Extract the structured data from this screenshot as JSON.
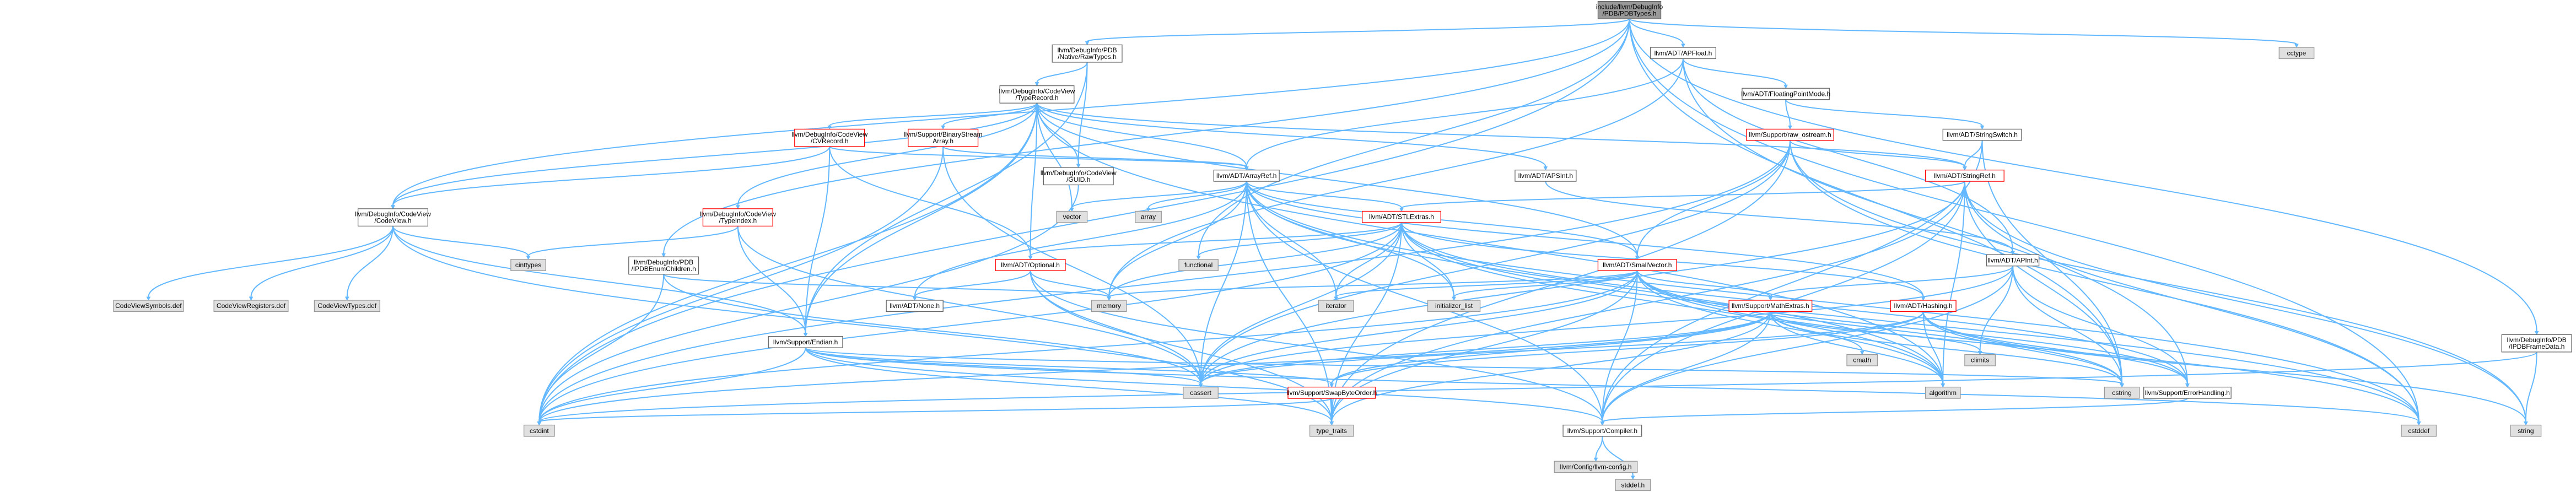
{
  "graph": {
    "nodes": [
      {
        "id": "root",
        "lines": [
          "include/llvm/DebugInfo",
          "/PDB/PDBTypes.h"
        ],
        "style": "root"
      },
      {
        "id": "rawtypes",
        "lines": [
          "llvm/DebugInfo/PDB",
          "/Native/RawTypes.h"
        ],
        "style": "white"
      },
      {
        "id": "apfloat",
        "lines": [
          "llvm/ADT/APFloat.h"
        ],
        "style": "white"
      },
      {
        "id": "cctype",
        "lines": [
          "cctype"
        ],
        "style": "gray"
      },
      {
        "id": "typerecord",
        "lines": [
          "llvm/DebugInfo/CodeView",
          "/TypeRecord.h"
        ],
        "style": "white"
      },
      {
        "id": "fpmode",
        "lines": [
          "llvm/ADT/FloatingPointMode.h"
        ],
        "style": "white"
      },
      {
        "id": "cvrecord",
        "lines": [
          "llvm/DebugInfo/CodeView",
          "/CVRecord.h"
        ],
        "style": "red"
      },
      {
        "id": "binarystream",
        "lines": [
          "llvm/Support/BinaryStream",
          "Array.h"
        ],
        "style": "red"
      },
      {
        "id": "rawostream",
        "lines": [
          "llvm/Support/raw_ostream.h"
        ],
        "style": "red"
      },
      {
        "id": "stringswitch",
        "lines": [
          "llvm/ADT/StringSwitch.h"
        ],
        "style": "white"
      },
      {
        "id": "guid",
        "lines": [
          "llvm/DebugInfo/CodeView",
          "/GUID.h"
        ],
        "style": "white"
      },
      {
        "id": "arrayref",
        "lines": [
          "llvm/ADT/ArrayRef.h"
        ],
        "style": "white"
      },
      {
        "id": "apsint",
        "lines": [
          "llvm/ADT/APSInt.h"
        ],
        "style": "white"
      },
      {
        "id": "stringref",
        "lines": [
          "llvm/ADT/StringRef.h"
        ],
        "style": "red"
      },
      {
        "id": "codeview",
        "lines": [
          "llvm/DebugInfo/CodeView",
          "/CodeView.h"
        ],
        "style": "white"
      },
      {
        "id": "typeindex",
        "lines": [
          "llvm/DebugInfo/CodeView",
          "/TypeIndex.h"
        ],
        "style": "red"
      },
      {
        "id": "vector",
        "lines": [
          "vector"
        ],
        "style": "gray"
      },
      {
        "id": "array",
        "lines": [
          "array"
        ],
        "style": "gray"
      },
      {
        "id": "stlextras",
        "lines": [
          "llvm/ADT/STLExtras.h"
        ],
        "style": "red"
      },
      {
        "id": "apint",
        "lines": [
          "llvm/ADT/APInt.h"
        ],
        "style": "white"
      },
      {
        "id": "pdbchildren",
        "lines": [
          "llvm/DebugInfo/PDB",
          "/IPDBEnumChildren.h"
        ],
        "style": "white"
      },
      {
        "id": "cinttypes",
        "lines": [
          "cinttypes"
        ],
        "style": "gray"
      },
      {
        "id": "functional",
        "lines": [
          "functional"
        ],
        "style": "gray"
      },
      {
        "id": "optional",
        "lines": [
          "llvm/ADT/Optional.h"
        ],
        "style": "red"
      },
      {
        "id": "smallvector",
        "lines": [
          "llvm/ADT/SmallVector.h"
        ],
        "style": "red"
      },
      {
        "id": "cvsymbols",
        "lines": [
          "CodeViewSymbols.def"
        ],
        "style": "gray"
      },
      {
        "id": "cvregisters",
        "lines": [
          "CodeViewRegisters.def"
        ],
        "style": "gray"
      },
      {
        "id": "cvtypes",
        "lines": [
          "CodeViewTypes.def"
        ],
        "style": "gray"
      },
      {
        "id": "none",
        "lines": [
          "llvm/ADT/None.h"
        ],
        "style": "white"
      },
      {
        "id": "memory",
        "lines": [
          "memory"
        ],
        "style": "gray"
      },
      {
        "id": "iterator",
        "lines": [
          "iterator"
        ],
        "style": "gray"
      },
      {
        "id": "initlist",
        "lines": [
          "initializer_list"
        ],
        "style": "gray"
      },
      {
        "id": "mathextras",
        "lines": [
          "llvm/Support/MathExtras.h"
        ],
        "style": "red"
      },
      {
        "id": "hashing",
        "lines": [
          "llvm/ADT/Hashing.h"
        ],
        "style": "red"
      },
      {
        "id": "endian",
        "lines": [
          "llvm/Support/Endian.h"
        ],
        "style": "white"
      },
      {
        "id": "pdbframedata",
        "lines": [
          "llvm/DebugInfo/PDB",
          "/IPDBFrameData.h"
        ],
        "style": "white"
      },
      {
        "id": "cmath",
        "lines": [
          "cmath"
        ],
        "style": "gray"
      },
      {
        "id": "climits",
        "lines": [
          "climits"
        ],
        "style": "gray"
      },
      {
        "id": "algorithm",
        "lines": [
          "algorithm"
        ],
        "style": "gray"
      },
      {
        "id": "cassert",
        "lines": [
          "cassert"
        ],
        "style": "gray"
      },
      {
        "id": "swapbyteorder",
        "lines": [
          "llvm/Support/SwapByteOrder.h"
        ],
        "style": "red"
      },
      {
        "id": "cstring",
        "lines": [
          "cstring"
        ],
        "style": "gray"
      },
      {
        "id": "errorhandling",
        "lines": [
          "llvm/Support/ErrorHandling.h"
        ],
        "style": "white"
      },
      {
        "id": "cstdint",
        "lines": [
          "cstdint"
        ],
        "style": "gray"
      },
      {
        "id": "typetraits",
        "lines": [
          "type_traits"
        ],
        "style": "gray"
      },
      {
        "id": "compiler",
        "lines": [
          "llvm/Support/Compiler.h"
        ],
        "style": "white"
      },
      {
        "id": "cstddef",
        "lines": [
          "cstddef"
        ],
        "style": "gray"
      },
      {
        "id": "string",
        "lines": [
          "string"
        ],
        "style": "gray"
      },
      {
        "id": "llvmconfig",
        "lines": [
          "llvm/Config/llvm-config.h"
        ],
        "style": "gray"
      },
      {
        "id": "stddef",
        "lines": [
          "stddef.h"
        ],
        "style": "gray"
      }
    ],
    "edges": [
      [
        "root",
        "rawtypes"
      ],
      [
        "root",
        "apfloat"
      ],
      [
        "root",
        "cctype"
      ],
      [
        "root",
        "codeview"
      ],
      [
        "root",
        "pdbchildren"
      ],
      [
        "root",
        "pdbframedata"
      ],
      [
        "root",
        "functional"
      ],
      [
        "root",
        "cstdint"
      ],
      [
        "root",
        "cstddef"
      ],
      [
        "root",
        "cstring"
      ],
      [
        "rawtypes",
        "typerecord"
      ],
      [
        "rawtypes",
        "guid"
      ],
      [
        "rawtypes",
        "endian"
      ],
      [
        "typerecord",
        "cvrecord"
      ],
      [
        "typerecord",
        "binarystream"
      ],
      [
        "typerecord",
        "guid"
      ],
      [
        "typerecord",
        "arrayref"
      ],
      [
        "typerecord",
        "apsint"
      ],
      [
        "typerecord",
        "stringref"
      ],
      [
        "typerecord",
        "codeview"
      ],
      [
        "typerecord",
        "typeindex"
      ],
      [
        "typerecord",
        "vector"
      ],
      [
        "typerecord",
        "optional"
      ],
      [
        "typerecord",
        "smallvector"
      ],
      [
        "typerecord",
        "endian"
      ],
      [
        "typerecord",
        "cstdint"
      ],
      [
        "typerecord",
        "algorithm"
      ],
      [
        "apfloat",
        "fpmode"
      ],
      [
        "apfloat",
        "apint"
      ],
      [
        "apfloat",
        "arrayref"
      ],
      [
        "apfloat",
        "errorhandling"
      ],
      [
        "apfloat",
        "memory"
      ],
      [
        "fpmode",
        "rawostream"
      ],
      [
        "fpmode",
        "stringswitch"
      ],
      [
        "rawostream",
        "stringref"
      ],
      [
        "rawostream",
        "smallvector"
      ],
      [
        "rawostream",
        "cassert"
      ],
      [
        "rawostream",
        "cstddef"
      ],
      [
        "rawostream",
        "cstdint"
      ],
      [
        "rawostream",
        "string"
      ],
      [
        "rawostream",
        "typetraits"
      ],
      [
        "stringswitch",
        "stringref"
      ],
      [
        "stringswitch",
        "compiler"
      ],
      [
        "stringswitch",
        "cstring"
      ],
      [
        "cvrecord",
        "arrayref"
      ],
      [
        "cvrecord",
        "optional"
      ],
      [
        "cvrecord",
        "codeview"
      ],
      [
        "cvrecord",
        "endian"
      ],
      [
        "binarystream",
        "arrayref"
      ],
      [
        "binarystream",
        "cassert"
      ],
      [
        "binarystream",
        "cstdint"
      ],
      [
        "guid",
        "cstdint"
      ],
      [
        "arrayref",
        "hashing"
      ],
      [
        "arrayref",
        "none"
      ],
      [
        "arrayref",
        "smallvector"
      ],
      [
        "arrayref",
        "stlextras"
      ],
      [
        "arrayref",
        "compiler"
      ],
      [
        "arrayref",
        "algorithm"
      ],
      [
        "arrayref",
        "array"
      ],
      [
        "arrayref",
        "cassert"
      ],
      [
        "arrayref",
        "cstddef"
      ],
      [
        "arrayref",
        "initlist"
      ],
      [
        "arrayref",
        "iterator"
      ],
      [
        "arrayref",
        "memory"
      ],
      [
        "arrayref",
        "typetraits"
      ],
      [
        "arrayref",
        "vector"
      ],
      [
        "apsint",
        "apint"
      ],
      [
        "stringref",
        "stlextras"
      ],
      [
        "stringref",
        "compiler"
      ],
      [
        "stringref",
        "algorithm"
      ],
      [
        "stringref",
        "cassert"
      ],
      [
        "stringref",
        "cstddef"
      ],
      [
        "stringref",
        "cstring"
      ],
      [
        "stringref",
        "limits"
      ],
      [
        "stringref",
        "string"
      ],
      [
        "stringref",
        "typetraits"
      ],
      [
        "stringref",
        "utility"
      ],
      [
        "codeview",
        "cvsymbols"
      ],
      [
        "codeview",
        "cvregisters"
      ],
      [
        "codeview",
        "cvtypes"
      ],
      [
        "codeview",
        "cinttypes"
      ],
      [
        "codeview",
        "endian"
      ],
      [
        "codeview",
        "typetraits"
      ],
      [
        "typeindex",
        "endian"
      ],
      [
        "typeindex",
        "cinttypes"
      ],
      [
        "typeindex",
        "cassert"
      ],
      [
        "stlextras",
        "optional"
      ],
      [
        "stlextras",
        "hashing"
      ],
      [
        "stlextras",
        "errorhandling"
      ],
      [
        "stlextras",
        "algorithm"
      ],
      [
        "stlextras",
        "cassert"
      ],
      [
        "stlextras",
        "cstddef"
      ],
      [
        "stlextras",
        "cstdint"
      ],
      [
        "stlextras",
        "functional"
      ],
      [
        "stlextras",
        "initlist"
      ],
      [
        "stlextras",
        "iterator"
      ],
      [
        "stlextras",
        "memory"
      ],
      [
        "stlextras",
        "typetraits"
      ],
      [
        "apint",
        "mathextras"
      ],
      [
        "apint",
        "compiler"
      ],
      [
        "apint",
        "cassert"
      ],
      [
        "apint",
        "climits"
      ],
      [
        "apint",
        "cstring"
      ],
      [
        "apint",
        "errorhandling"
      ],
      [
        "pdbchildren",
        "cassert"
      ],
      [
        "pdbchildren",
        "cstdint"
      ],
      [
        "pdbchildren",
        "memory"
      ],
      [
        "optional",
        "none"
      ],
      [
        "optional",
        "cassert"
      ],
      [
        "optional",
        "memory"
      ],
      [
        "optional",
        "compiler"
      ],
      [
        "optional",
        "typetraits"
      ],
      [
        "smallvector",
        "mathextras"
      ],
      [
        "smallvector",
        "compiler"
      ],
      [
        "smallvector",
        "errorhandling"
      ],
      [
        "smallvector",
        "algorithm"
      ],
      [
        "smallvector",
        "cassert"
      ],
      [
        "smallvector",
        "cstddef"
      ],
      [
        "smallvector",
        "cstring"
      ],
      [
        "smallvector",
        "initlist"
      ],
      [
        "smallvector",
        "iterator"
      ],
      [
        "smallvector",
        "memory"
      ],
      [
        "smallvector",
        "typetraits"
      ],
      [
        "smallvector",
        "cstdint"
      ],
      [
        "mathextras",
        "compiler"
      ],
      [
        "mathextras",
        "algorithm"
      ],
      [
        "mathextras",
        "cassert"
      ],
      [
        "mathextras",
        "climits"
      ],
      [
        "mathextras",
        "cmath"
      ],
      [
        "mathextras",
        "cstdint"
      ],
      [
        "mathextras",
        "cstring"
      ],
      [
        "mathextras",
        "typetraits"
      ],
      [
        "mathextras",
        "swapbyteorder"
      ],
      [
        "hashing",
        "errorhandling"
      ],
      [
        "hashing",
        "swapbyteorder"
      ],
      [
        "hashing",
        "algorithm"
      ],
      [
        "hashing",
        "cassert"
      ],
      [
        "hashing",
        "cstring"
      ],
      [
        "hashing",
        "string"
      ],
      [
        "endian",
        "compiler"
      ],
      [
        "endian",
        "swapbyteorder"
      ],
      [
        "endian",
        "cassert"
      ],
      [
        "endian",
        "cstddef"
      ],
      [
        "endian",
        "cstdint"
      ],
      [
        "endian",
        "cstring"
      ],
      [
        "endian",
        "typetraits"
      ],
      [
        "pdbframedata",
        "cstdint"
      ],
      [
        "pdbframedata",
        "string"
      ],
      [
        "swapbyteorder",
        "cstdint"
      ],
      [
        "swapbyteorder",
        "typetraits"
      ],
      [
        "errorhandling",
        "compiler"
      ],
      [
        "compiler",
        "llvmconfig"
      ],
      [
        "compiler",
        "stddef"
      ]
    ]
  }
}
